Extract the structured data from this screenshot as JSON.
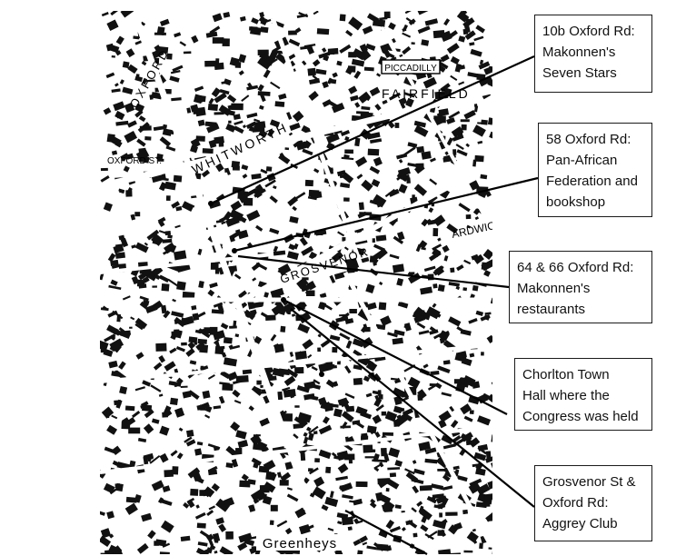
{
  "map": {
    "street_labels": [
      "PICCADILLY",
      "Greenheys",
      "OXFORD",
      "GROSVENOR",
      "WHITWORTH",
      "FAIRFIELD",
      "ARDWICK",
      "OXFORD ST."
    ],
    "ink_color": "#111111",
    "paper_color": "#ffffff"
  },
  "callouts": [
    {
      "lines": [
        "10b Oxford Rd:",
        "Makonnen's",
        "Seven Stars"
      ]
    },
    {
      "lines": [
        "58 Oxford Rd:",
        "Pan-African",
        "Federation and",
        "bookshop"
      ]
    },
    {
      "lines": [
        "64 & 66 Oxford Rd:",
        "Makonnen's",
        "restaurants"
      ]
    },
    {
      "lines": [
        "Chorlton Town",
        "Hall where the",
        "Congress was held"
      ]
    },
    {
      "lines": [
        "Grosvenor St &",
        "Oxford Rd:",
        "Aggrey Club"
      ]
    }
  ]
}
